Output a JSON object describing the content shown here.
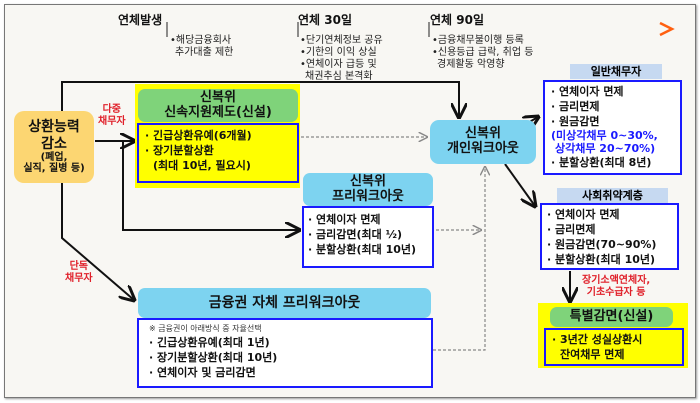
{
  "timeline": {
    "stages": [
      {
        "label": "연체발생",
        "notes": [
          "•해당금융회사",
          "추가대출 제한"
        ]
      },
      {
        "label": "연체 30일",
        "notes": [
          "•단기연체정보 공유",
          "•기한의 이익 상실",
          "•연체이자 급등 및",
          "채권추심 본격화"
        ]
      },
      {
        "label": "연체 90일",
        "notes": [
          "•금융채무불이행 등록",
          "•신용등급 급락, 취업 등",
          "경제활동 악영향"
        ]
      }
    ],
    "colors": {
      "start": "#1a1a80",
      "mid": "#a020a0",
      "end": "#ff6010"
    }
  },
  "start": {
    "title": [
      "상환능력",
      "감소"
    ],
    "sub": [
      "(폐업,",
      "실직, 질병 등)"
    ],
    "color": "#fcd672"
  },
  "branches": {
    "multi": [
      "다중",
      "채무자"
    ],
    "single": [
      "단독",
      "채무자"
    ]
  },
  "rapid": {
    "title": [
      "신복위",
      "신속지원제도(신설)"
    ],
    "items": [
      "· 긴급상환유예(6개월)",
      "· 장기분할상환",
      "(최대 10년, 필요시)"
    ]
  },
  "prework": {
    "title": [
      "신복위",
      "프리워크아웃"
    ],
    "items": [
      "· 연체이자 면제",
      "· 금리감면(최대 ½)",
      "· 분할상환(최대 10년)"
    ]
  },
  "bank": {
    "title": "금융권 자체 프리워크아웃",
    "note": "※ 금융권이 아래방식 중 자율선택",
    "items": [
      "· 긴급상환유예(최대  1년)",
      "· 장기분할상환(최대  10년)",
      "· 연체이자 및 금리감면"
    ]
  },
  "workout": {
    "title": [
      "신복위",
      "개인워크아웃"
    ]
  },
  "general": {
    "tag": "일반채무자",
    "items": [
      "· 연체이자 면제",
      "· 금리면제",
      "· 원금감면"
    ],
    "highlight": [
      "(미상각채무 0~30%,",
      "상각채무 20~70%)"
    ],
    "last": "· 분할상환(최대 8년)"
  },
  "vulnerable": {
    "tag": "사회취약계층",
    "items": [
      "· 연체이자 면제",
      "· 금리면제",
      "· 원금감면(70~90%)",
      "· 분할상환(최대 10년)"
    ],
    "note": [
      "장기소액연체자,",
      "기초수급자 등"
    ]
  },
  "special": {
    "title": "특별감면(신설)",
    "items": [
      "· 3년간 성실상환시",
      "잔여채무 면제"
    ]
  }
}
